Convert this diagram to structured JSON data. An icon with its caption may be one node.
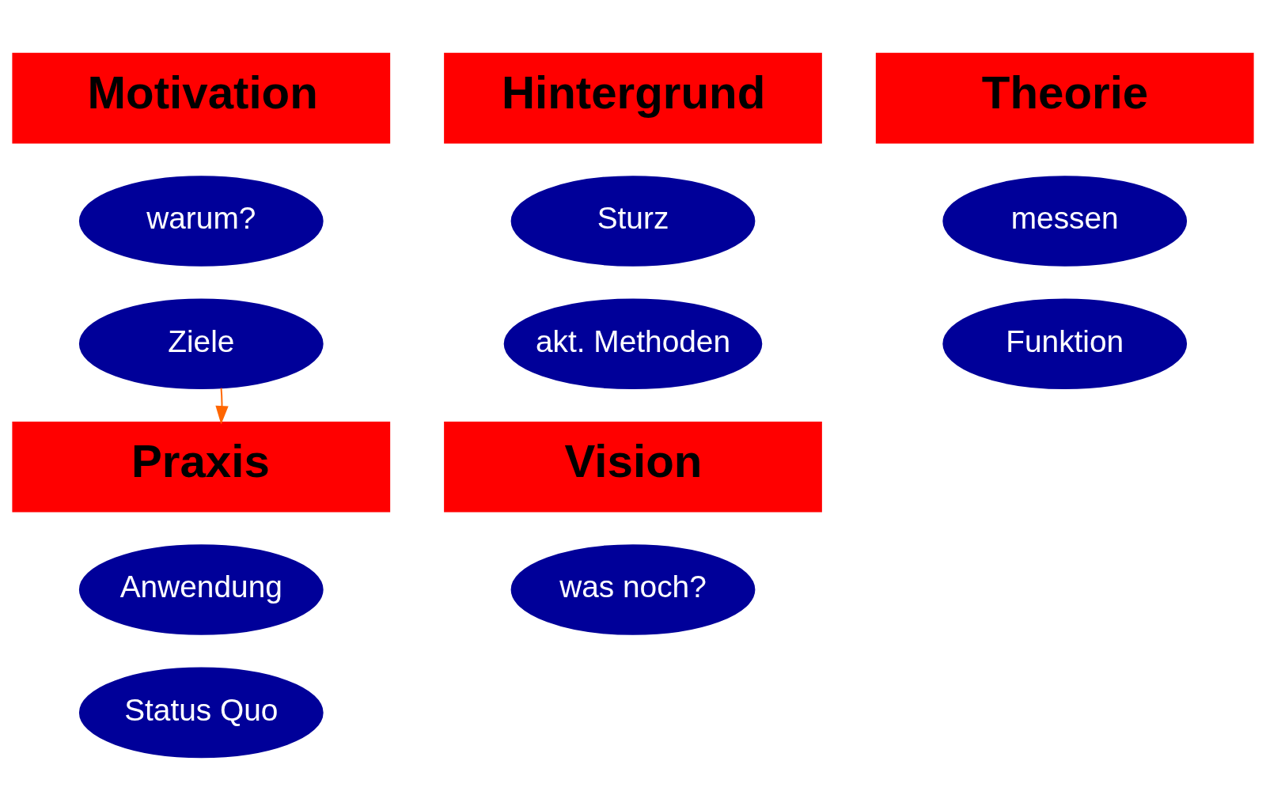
{
  "diagram": {
    "nodes": [
      {
        "text": [
          "Hintergrund"
        ]
      },
      {
        "text": [
          "Sturz"
        ]
      },
      {
        "text": [
          "akt. Methoden"
        ]
      },
      {
        "text": [
          "Motivation"
        ]
      },
      {
        "text": [
          "warum?"
        ]
      },
      {
        "text": [
          "Ziele"
        ]
      },
      {
        "text": [
          "Theorie"
        ]
      },
      {
        "text": [
          "messen"
        ]
      },
      {
        "text": [
          "Funktion"
        ]
      },
      {
        "text": [
          "Vision"
        ]
      },
      {
        "text": [
          "was noch?"
        ]
      },
      {
        "text": [
          "Praxis"
        ]
      },
      {
        "text": [
          "Anwendung"
        ]
      },
      {
        "text": [
          "Status Quo"
        ]
      }
    ],
    "edges": [
      {
        "from": 5,
        "to": 11,
        "arrow": "to",
        "color": "#ff6600"
      }
    ]
  }
}
